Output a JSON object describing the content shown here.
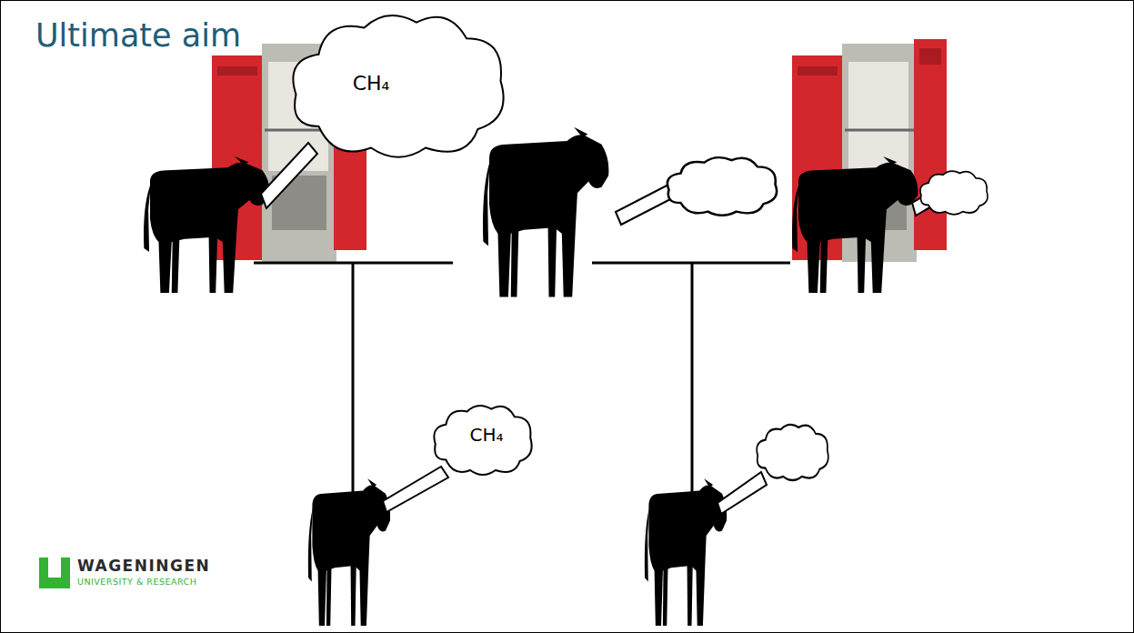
{
  "diagram": {
    "title": "Ultimate aim",
    "nodes": [
      {
        "text": [
          "CH₄"
        ]
      },
      {
        "text": [
          "CH₄"
        ]
      }
    ],
    "labels": [
      "WAGENINGEN",
      "UNIVERSITY & RESEARCH"
    ]
  }
}
